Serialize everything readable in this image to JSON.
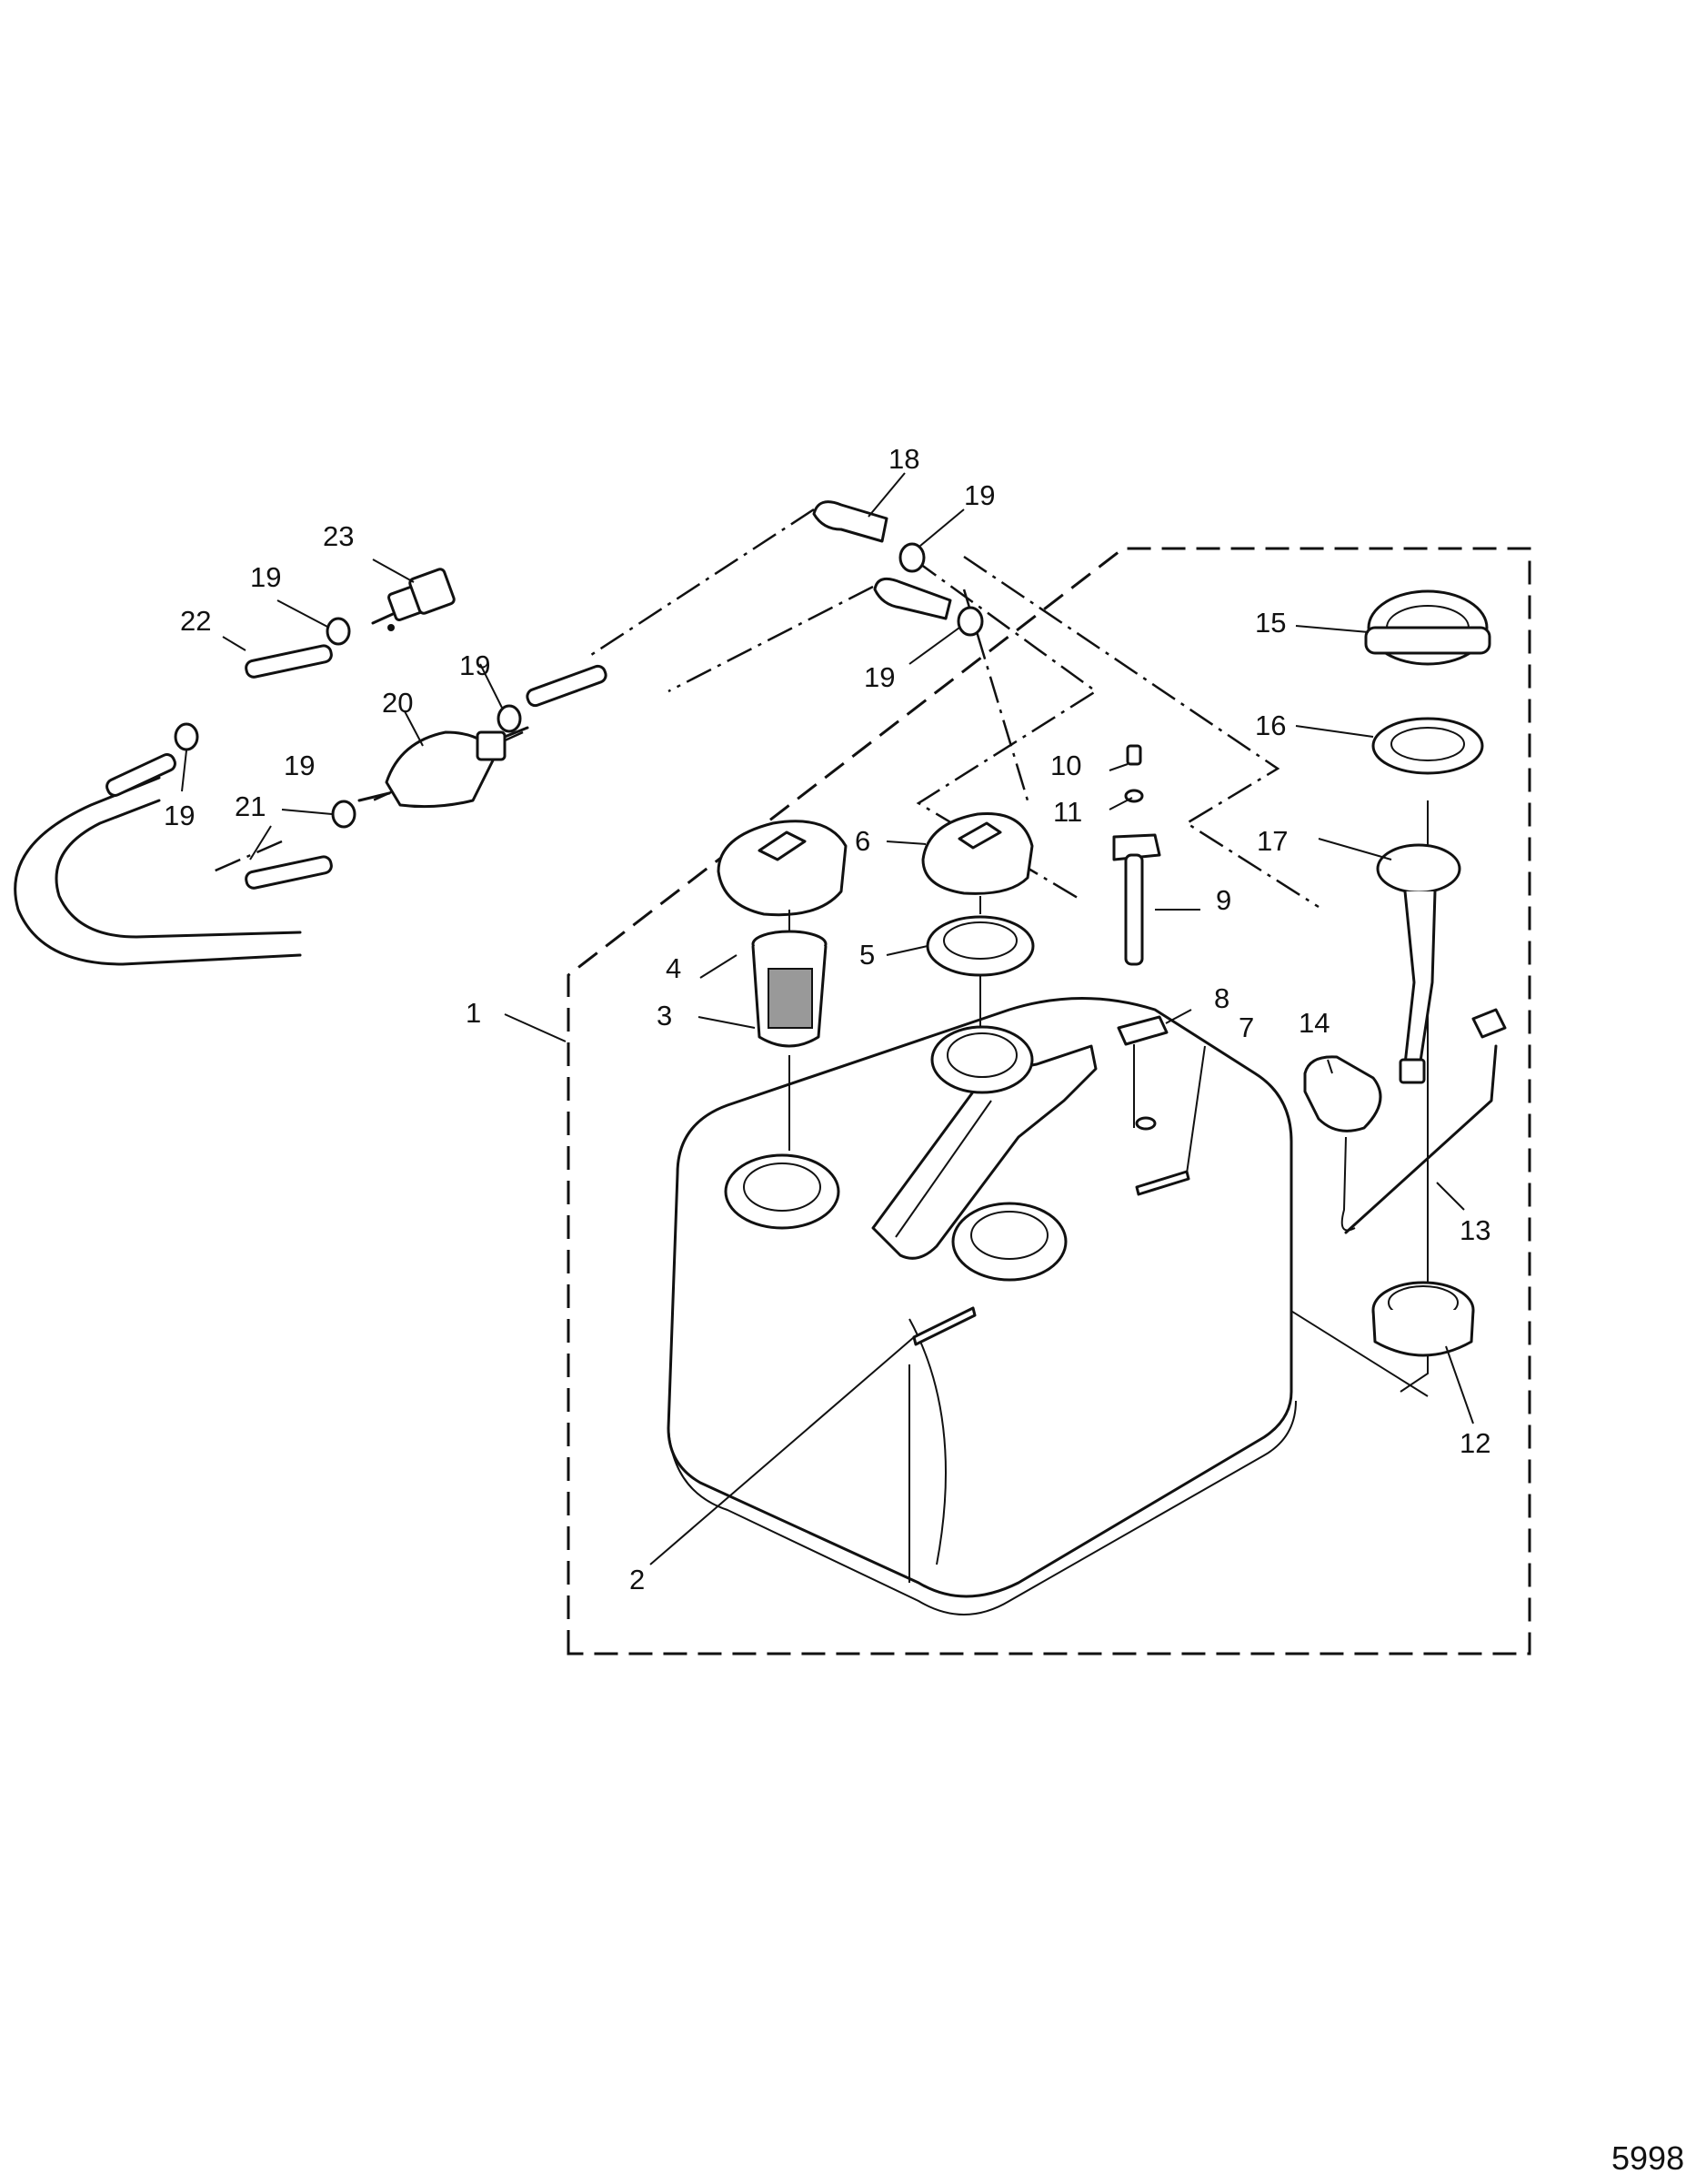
{
  "diagram": {
    "callouts": [
      {
        "id": "1",
        "label": "1"
      },
      {
        "id": "2",
        "label": "2"
      },
      {
        "id": "3",
        "label": "3"
      },
      {
        "id": "4",
        "label": "4"
      },
      {
        "id": "5",
        "label": "5"
      },
      {
        "id": "6",
        "label": "6"
      },
      {
        "id": "7",
        "label": "7"
      },
      {
        "id": "8",
        "label": "8"
      },
      {
        "id": "9",
        "label": "9"
      },
      {
        "id": "10",
        "label": "10"
      },
      {
        "id": "11",
        "label": "11"
      },
      {
        "id": "12",
        "label": "12"
      },
      {
        "id": "13",
        "label": "13"
      },
      {
        "id": "14",
        "label": "14"
      },
      {
        "id": "15",
        "label": "15"
      },
      {
        "id": "16",
        "label": "16"
      },
      {
        "id": "17",
        "label": "17"
      },
      {
        "id": "18",
        "label": "18"
      },
      {
        "id": "19a",
        "label": "19"
      },
      {
        "id": "19b",
        "label": "19"
      },
      {
        "id": "19c",
        "label": "19"
      },
      {
        "id": "19d",
        "label": "19"
      },
      {
        "id": "19e",
        "label": "19"
      },
      {
        "id": "19f",
        "label": "19"
      },
      {
        "id": "20",
        "label": "20"
      },
      {
        "id": "21",
        "label": "21"
      },
      {
        "id": "22",
        "label": "22"
      },
      {
        "id": "23",
        "label": "23"
      }
    ],
    "figure_number": "5998"
  }
}
